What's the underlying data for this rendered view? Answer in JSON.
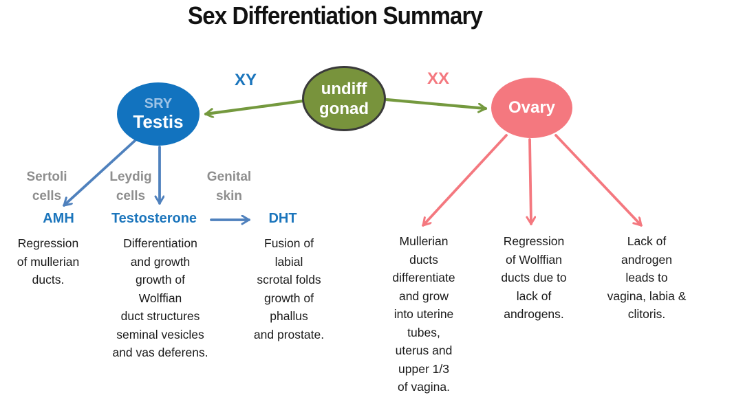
{
  "title": "Sex Differentiation Summary",
  "colors": {
    "testis_blue": "#1273BF",
    "sry_blue": "#9DC3E6",
    "gonad_green": "#78933C",
    "gonad_border": "#3A3A3A",
    "green_arrow": "#74993E",
    "ovary_pink": "#F4787F",
    "pink_arrow": "#F4787F",
    "blue_arrow": "#4F81BD",
    "hormone_blue": "#1B75BC",
    "gray_label": "#8E8E8E",
    "text_black": "#1A1A1A"
  },
  "nodes": {
    "gonad": "undiff\ngonad",
    "testis": {
      "gene": "SRY",
      "label": "Testis"
    },
    "ovary": "Ovary"
  },
  "chromosomes": {
    "xy": "XY",
    "xx": "XX"
  },
  "male": {
    "sources": [
      "Sertoli\ncells",
      "Leydig\ncells",
      "Genital\nskin"
    ],
    "hormones": [
      "AMH",
      "Testosterone",
      "DHT"
    ],
    "descriptions": [
      "Regression\nof mullerian\nducts.",
      "Differentiation\nand growth\ngrowth of\nWolffian\nduct structures\nseminal vesicles\nand vas deferens.",
      "Fusion of\nlabial\nscrotal folds\ngrowth of\nphallus\nand prostate."
    ]
  },
  "female": {
    "descriptions": [
      "Mullerian\nducts\ndifferentiate\nand grow\ninto uterine\ntubes,\nuterus and\nupper 1/3\nof vagina.",
      "Regression\nof Wolffian\nducts due to\nlack of\nandrogens.",
      "Lack of\nandrogen\nleads to\nvagina, labia &\nclitoris."
    ]
  }
}
